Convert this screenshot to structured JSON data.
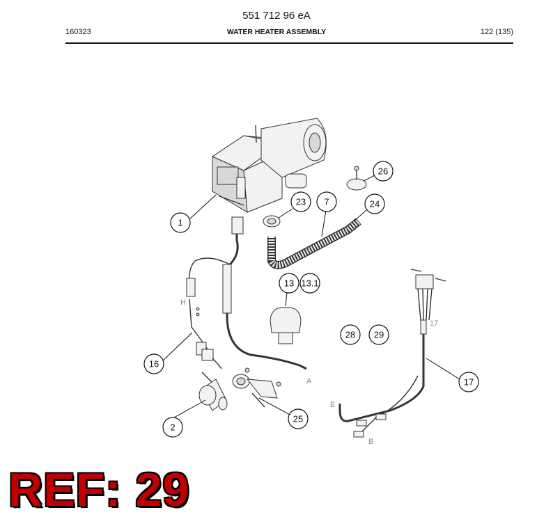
{
  "header": {
    "doc_number": "551 712 96 eA",
    "left_code": "160323",
    "title": "WATER HEATER ASSEMBLY",
    "page": "122 (135)"
  },
  "callouts": [
    "1",
    "2",
    "7",
    "13",
    "13.1",
    "16",
    "17",
    "23",
    "24",
    "25",
    "26",
    "28",
    "29"
  ],
  "letters": [
    "H",
    "A",
    "E",
    "B",
    "17"
  ],
  "reference": "REF: 29",
  "colors": {
    "reference_fill": "#c00000",
    "reference_outline": "#000000",
    "line": "#111111"
  }
}
